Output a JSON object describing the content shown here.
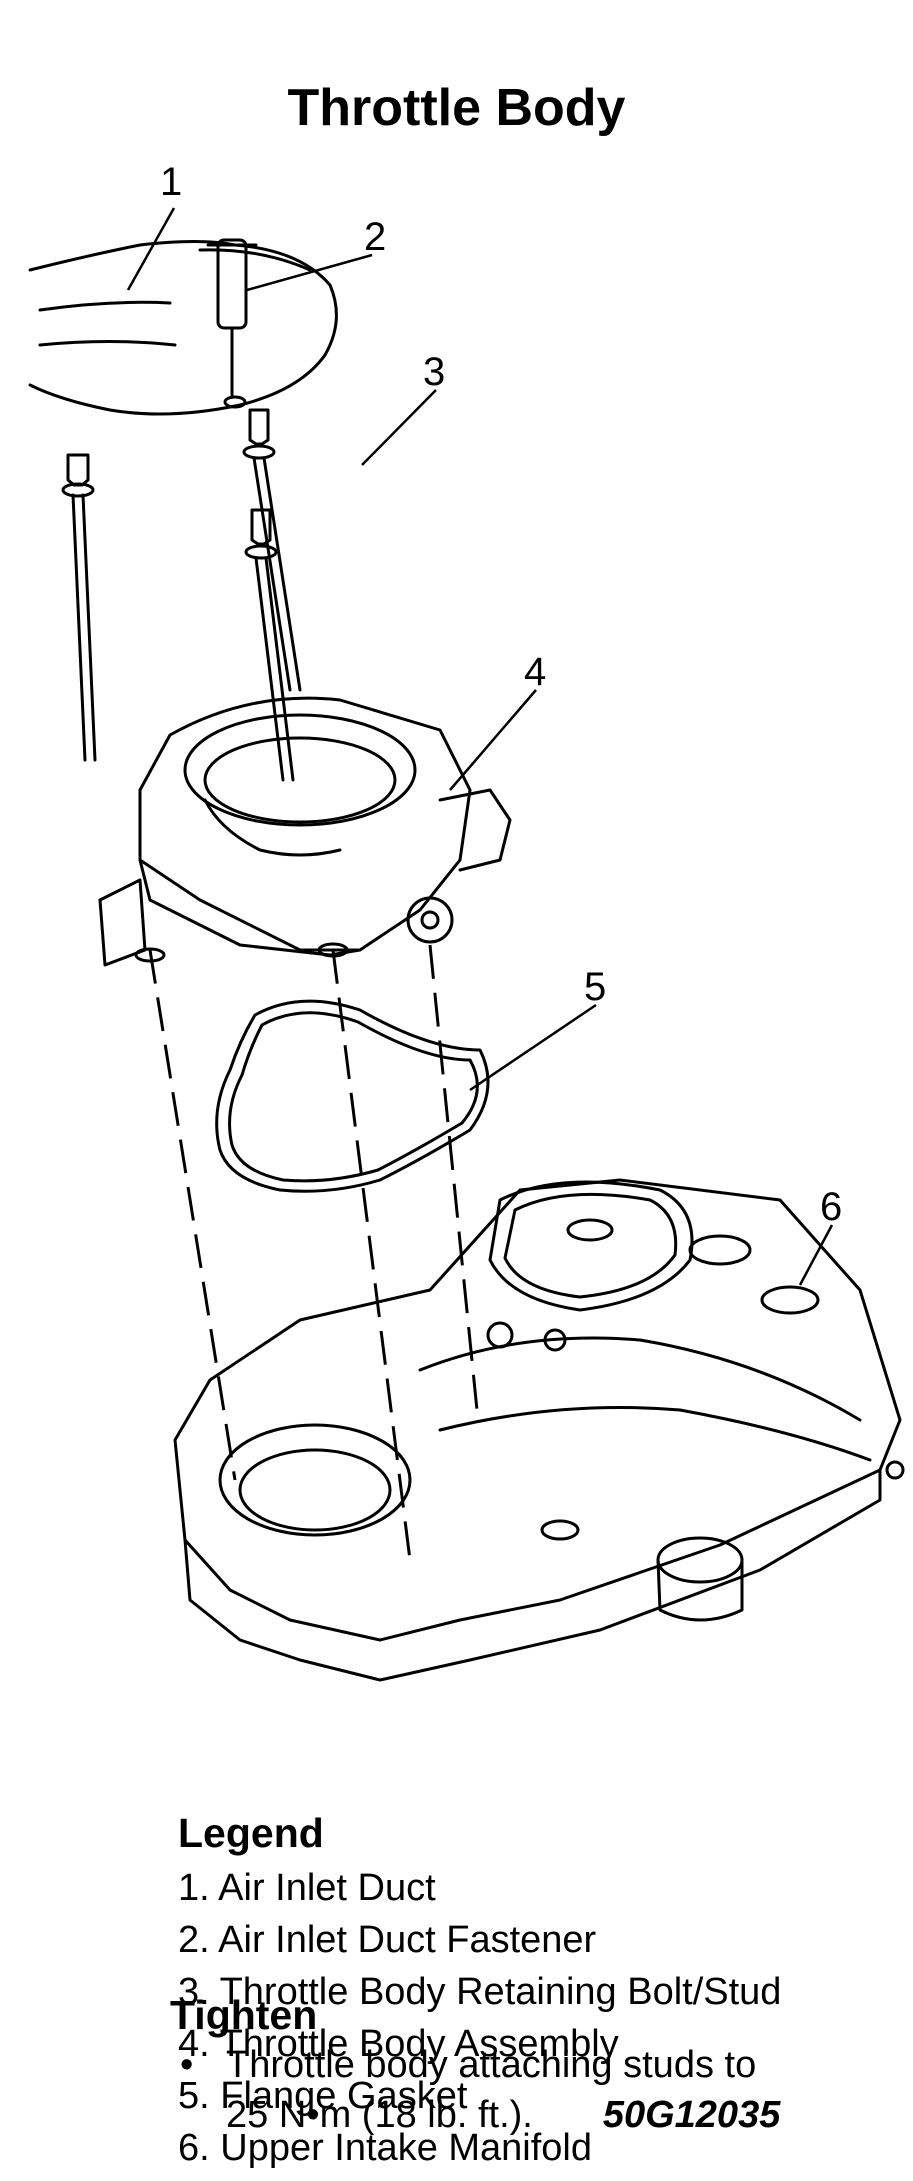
{
  "title": "Throttle Body",
  "callouts": [
    "1",
    "2",
    "3",
    "4",
    "5",
    "6"
  ],
  "legend": {
    "heading": "Legend",
    "items": [
      "1. Air Inlet Duct",
      "2. Air Inlet Duct Fastener",
      "3. Throttle Body Retaining Bolt/Stud",
      "4. Throttle Body Assembly",
      "5. Flange Gasket",
      "6. Upper Intake Manifold"
    ]
  },
  "tighten": {
    "heading": "Tighten",
    "line1": "Throttle body attaching studs to",
    "line2": "25 N•m (18 lb. ft.).",
    "figure_id": "50G12035"
  }
}
